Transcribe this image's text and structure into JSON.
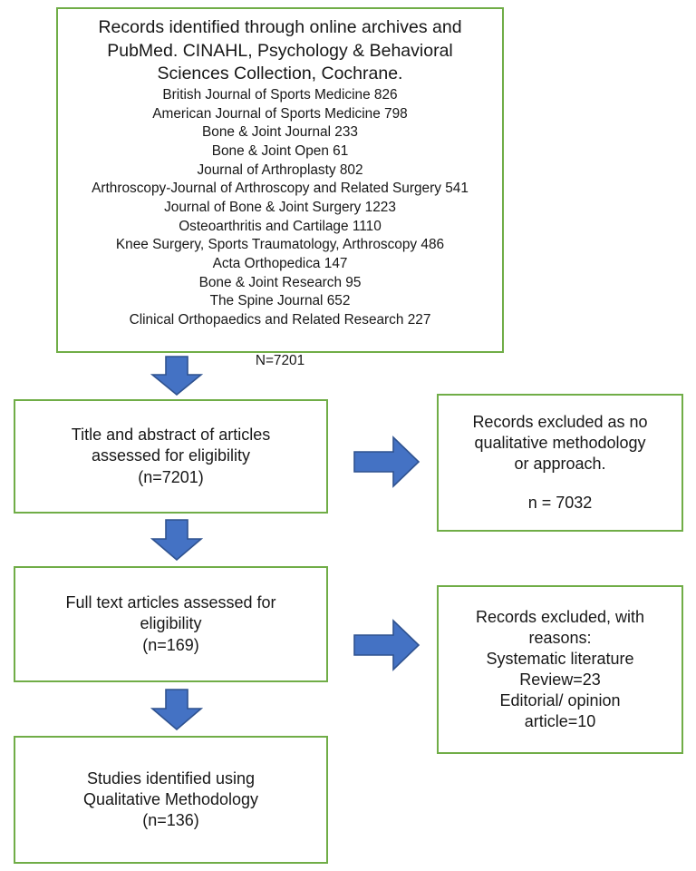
{
  "colors": {
    "box_border": "#70AD47",
    "arrow_fill": "#4472C4",
    "arrow_stroke": "#2F528F",
    "background": "#FFFFFF",
    "text": "#171717"
  },
  "diagram": {
    "type": "prisma-flow-diagram",
    "identification_box": {
      "heading_lines": [
        "Records identified through online archives and",
        "PubMed. CINAHL, Psychology & Behavioral",
        "Sciences Collection, Cochrane."
      ],
      "sources": [
        {
          "journal": "British Journal of Sports Medicine",
          "count": 826,
          "line": "British Journal of Sports Medicine 826"
        },
        {
          "journal": "American Journal of Sports Medicine",
          "count": 798,
          "line": "American Journal of Sports Medicine 798"
        },
        {
          "journal": "Bone & Joint Journal",
          "count": 233,
          "line": "Bone & Joint Journal 233"
        },
        {
          "journal": "Bone & Joint Open",
          "count": 61,
          "line": "Bone & Joint Open 61"
        },
        {
          "journal": "Journal of Arthroplasty",
          "count": 802,
          "line": "Journal of Arthroplasty 802"
        },
        {
          "journal": "Arthroscopy-Journal of Arthroscopy and Related Surgery",
          "count": 541,
          "line": "Arthroscopy-Journal of Arthroscopy and Related Surgery 541"
        },
        {
          "journal": "Journal of Bone & Joint Surgery",
          "count": 1223,
          "line": "Journal of Bone & Joint Surgery 1223"
        },
        {
          "journal": "Osteoarthritis and Cartilage",
          "count": 1110,
          "line": "Osteoarthritis and Cartilage 1110"
        },
        {
          "journal": "Knee Surgery, Sports Traumatology, Arthroscopy",
          "count": 486,
          "line": "Knee Surgery, Sports Traumatology, Arthroscopy 486"
        },
        {
          "journal": "Acta Orthopedica",
          "count": 147,
          "line": "Acta Orthopedica 147"
        },
        {
          "journal": "Bone & Joint Research",
          "count": 95,
          "line": "Bone & Joint Research 95"
        },
        {
          "journal": "The Spine Journal",
          "count": 652,
          "line": "The Spine Journal 652"
        },
        {
          "journal": "Clinical Orthopaedics and Related Research",
          "count": 227,
          "line": "Clinical Orthopaedics and Related Research 227"
        }
      ],
      "total_label": "N=7201",
      "total": 7201
    },
    "screening_box": {
      "lines": [
        "Title and abstract of articles",
        "assessed for eligibility",
        "(n=7201)"
      ],
      "n": 7201
    },
    "excluded_box_1": {
      "lines": [
        "Records excluded as no",
        "qualitative methodology",
        "or approach."
      ],
      "count_label": "n = 7032",
      "n": 7032
    },
    "fulltext_box": {
      "lines": [
        "Full text articles assessed for",
        "eligibility",
        "(n=169)"
      ],
      "n": 169
    },
    "excluded_box_2": {
      "lines": [
        "Records excluded, with",
        "reasons:",
        "Systematic literature",
        "Review=23",
        "Editorial/ opinion",
        "article=10"
      ],
      "reasons": [
        {
          "reason": "Systematic literature Review",
          "count": 23
        },
        {
          "reason": "Editorial/ opinion article",
          "count": 10
        }
      ]
    },
    "included_box": {
      "lines": [
        "Studies identified using",
        "Qualitative Methodology",
        "(n=136)"
      ],
      "n": 136
    }
  }
}
